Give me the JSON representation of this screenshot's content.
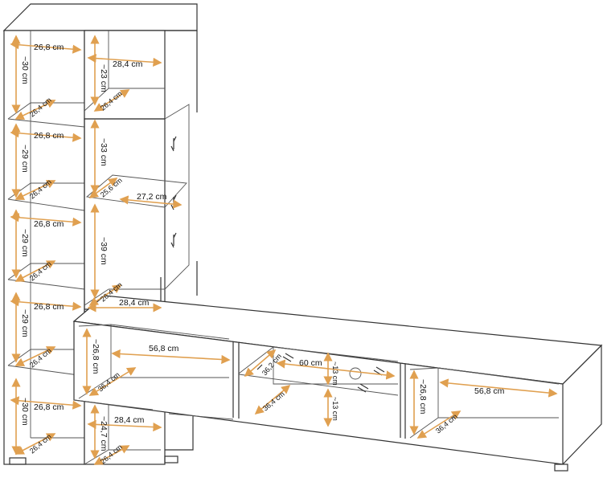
{
  "colors": {
    "dimension_line": "#e0a050",
    "outline": "#333333",
    "background": "#ffffff"
  },
  "labels": {
    "l1_w": "26,8 cm",
    "l1_h": "~30 cm",
    "l1_d": "26,4 cm",
    "l2_w": "26,8 cm",
    "l2_h": "~29 cm",
    "l2_d": "26,4 cm",
    "l3_w": "26,8 cm",
    "l3_h": "~29 cm",
    "l3_d": "26,4 cm",
    "l4_w": "26,8 cm",
    "l4_h": "~29 cm",
    "l4_d": "26,4 cm",
    "l5_w": "26,8 cm",
    "l5_h": "~30 cm",
    "l5_d": "26,4 cm",
    "m_top_w": "28,4 cm",
    "m_top_h": "~23 cm",
    "m_top_d": "26,4 cm",
    "m_glass_h": "~33 cm",
    "m_glass_d": "25,6 cm",
    "m_glass_w": "27,2 cm",
    "m_low_h": "~39 cm",
    "m_low_d": "26,4 cm",
    "m_low_w": "28,4 cm",
    "m_bot_w": "28,4 cm",
    "m_bot_h": "~24,7 cm",
    "m_bot_d": "26,4 cm",
    "tv_l_h": "~26,8 cm",
    "tv_l_w": "56,8 cm",
    "tv_l_d": "36,4 cm",
    "tv_c_d1": "36,2 cm",
    "tv_c_w": "60 cm",
    "tv_c_h1": "~13 cm",
    "tv_c_d2": "36,4 cm",
    "tv_c_h2": "~13 cm",
    "tv_r_h": "~26,8 cm",
    "tv_r_w": "56,8 cm",
    "tv_r_d": "36,4 cm"
  }
}
